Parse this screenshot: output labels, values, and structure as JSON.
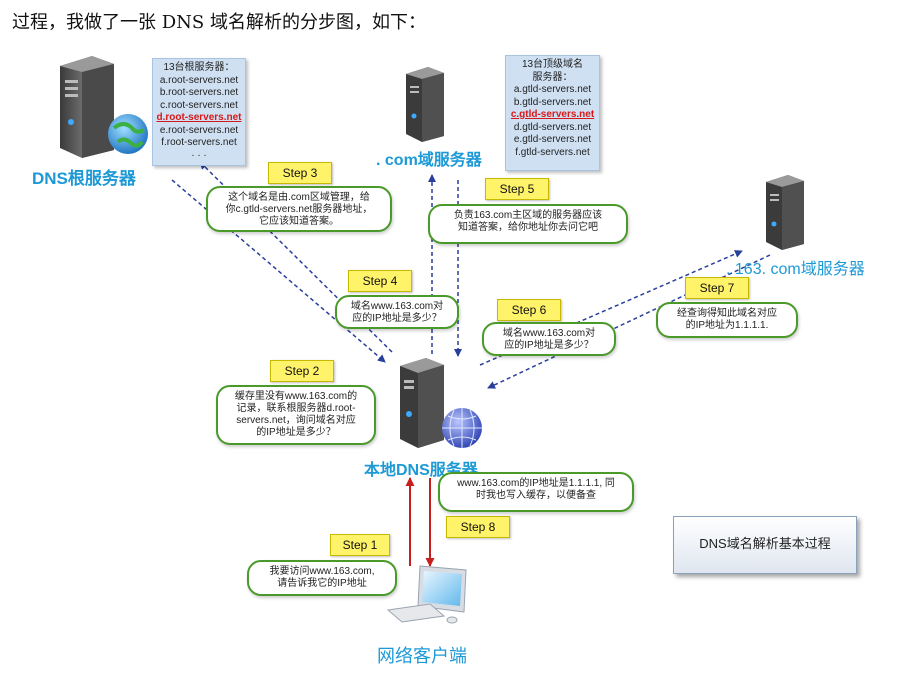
{
  "intro": {
    "top_fragment": "",
    "text": "过程，我做了一张 DNS 域名解析的分步图，如下："
  },
  "servers": {
    "root": {
      "title": "DNS根服务器",
      "list_header": [
        "13台根服务器："
      ],
      "list": [
        "a.root-servers.net",
        "b.root-servers.net",
        "c.root-servers.net",
        "d.root-servers.net",
        "e.root-servers.net",
        "f.root-servers.net",
        "· · ·"
      ],
      "highlight_index": 3
    },
    "com": {
      "title": ". com域服务器",
      "list_header": [
        "13台顶级域名",
        "服务器："
      ],
      "list": [
        "a.gtld-servers.net",
        "b.gtld-servers.net",
        "c.gtld-servers.net",
        "d.gtld-servers.net",
        "e.gtld-servers.net",
        "f.gtld-servers.net"
      ],
      "highlight_index": 2
    },
    "s163": {
      "title": ". 163. com域服务器"
    },
    "local": {
      "title": "本地DNS服务器"
    },
    "client": {
      "title": "网络客户端"
    }
  },
  "steps": [
    {
      "label": "Step 1",
      "text": "我要访问www.163.com,\n请告诉我它的IP地址"
    },
    {
      "label": "Step 2",
      "text": "缓存里没有www.163.com的\n记录，联系根服务器d.root-\nservers.net，询问域名对应\n的IP地址是多少？"
    },
    {
      "label": "Step 3",
      "text": "这个域名是由.com区域管理，给\n你c.gtld-servers.net服务器地址，\n它应该知道答案。"
    },
    {
      "label": "Step 4",
      "text": "域名www.163.com对\n应的IP地址是多少？"
    },
    {
      "label": "Step 5",
      "text": "负责163.com主区域的服务器应该\n知道答案，给你地址你去问它吧"
    },
    {
      "label": "Step 6",
      "text": "域名www.163.com对\n应的IP地址是多少？"
    },
    {
      "label": "Step 7",
      "text": "经查询得知此域名对应\n的IP地址为1.1.1.1."
    },
    {
      "label": "Step 8",
      "text": "www.163.com的IP地址是1.1.1.1, 同\n时我也写入缓存，以便备查"
    }
  ],
  "caption": "DNS域名解析基本过程",
  "colors": {
    "title_blue": "#1d9ad6",
    "arrow_blue": "#2a3f9c",
    "arrow_red": "#c81e1e",
    "bubble_green": "#4a9a2a",
    "step_yellow": "#fff36a",
    "list_bg": "#cfe0f3"
  }
}
